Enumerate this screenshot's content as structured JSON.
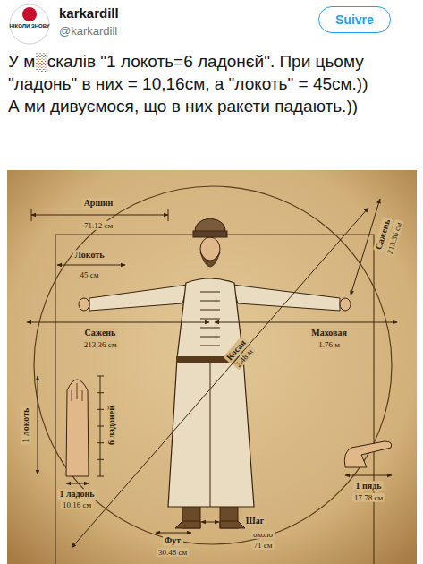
{
  "diagram": {
    "nodes": [
      {
        "text": [
          "НІКОЛИ ЗНОВУ"
        ]
      },
      {
        "text": [
          "Suivre"
        ]
      }
    ],
    "labels": [
      "karkardill",
      "@karkardill",
      "У м░скалів \"1 локоть=6 ладонєй\". При цьому \"ладонь\" в них = 10,16см, а \"локоть\" = 45см.))",
      "А ми дивуємося, що в них ракети падають.))",
      "Аршин",
      "71.12 см",
      "Локоть",
      "45 см",
      "Сажень",
      "213.36 см",
      "Маховая",
      "1.76 м",
      "Сажень",
      "213.36 см",
      "Косая",
      "2.48 м",
      "1 локоть",
      "6 ладоней",
      "1 ладонь",
      "10.16 см",
      "1 пядь",
      "17.78 см",
      "Шаг",
      "около",
      "71 см",
      "Фут",
      "30.48 см"
    ]
  }
}
